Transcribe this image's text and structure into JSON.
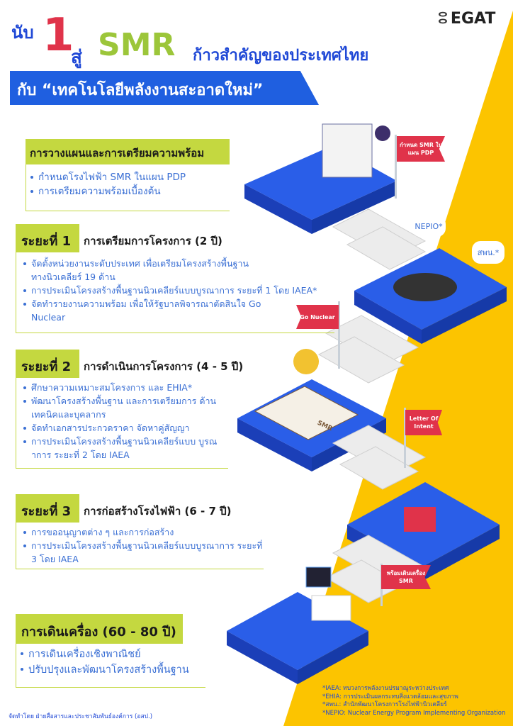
{
  "header": {
    "title_prefix": "นับ",
    "title_number": "1",
    "title_to": "สู่",
    "title_smr": "SMR",
    "title_suffix": "ก้าวสำคัญของประเทศไทย",
    "subtitle": "กับ “เทคโนโลยีพลังงานสะอาดใหม่”",
    "logo": "EGAT"
  },
  "planning": {
    "title": "การวางแผนและการเตรียมความพร้อม",
    "items": [
      "กำหนดโรงไฟฟ้า SMR ในแผน PDP",
      "การเตรียมความพร้อมเบื้องต้น"
    ]
  },
  "phase1": {
    "label": "ระยะที่ 1",
    "title": "การเตรียมการโครงการ (2 ปี)",
    "items": [
      "จัดตั้งหน่วยงานระดับประเทศ เพื่อเตรียมโครงสร้างพื้นฐาน ทางนิวเคลียร์ 19 ด้าน",
      "การประเมินโครงสร้างพื้นฐานนิวเคลียร์แบบบูรณาการ ระยะที่ 1 โดย IAEA*",
      "จัดทำรายงานความพร้อม เพื่อให้รัฐบาลพิจารณาตัดสินใจ Go Nuclear"
    ]
  },
  "phase2": {
    "label": "ระยะที่ 2",
    "title": "การดำเนินการโครงการ (4 - 5 ปี)",
    "items": [
      "ศึกษาความเหมาะสมโครงการ และ EHIA*",
      "พัฒนาโครงสร้างพื้นฐาน และการเตรียมการ ด้านเทคนิคและบุคลากร",
      "จัดทำเอกสารประกวดราคา จัดหาคู่สัญญา",
      "การประเมินโครงสร้างพื้นฐานนิวเคลียร์แบบ บูรณาการ ระยะที่ 2 โดย IAEA"
    ]
  },
  "phase3": {
    "label": "ระยะที่ 3",
    "title": "การก่อสร้างโรงไฟฟ้า (6 - 7 ปี)",
    "items": [
      "การขออนุญาตต่าง ๆ และการก่อสร้าง",
      "การประเมินโครงสร้างพื้นฐานนิวเคลียร์แบบบูรณาการ ระยะที่ 3 โดย IAEA"
    ]
  },
  "operation": {
    "title": "การเดินเครื่อง (60 - 80 ปี)",
    "items": [
      "การเดินเครื่องเชิงพาณิชย์",
      "ปรับปรุงและพัฒนาโครงสร้างพื้นฐาน"
    ]
  },
  "flags": {
    "pdp": "กำหนด SMR ในแผน PDP",
    "go_nuclear": "Go Nuclear",
    "loi": "Letter Of Intent",
    "ready": "พร้อมเดินเครื่อง SMR"
  },
  "bubbles": {
    "nepio": "NEPIO*",
    "spn": "สพน.*"
  },
  "illustration": {
    "smr_label": "SMR"
  },
  "footnotes": [
    "*IAEA: ทบวงการพลังงานปรมาณูระหว่างประเทศ",
    "*EHIA: การประเมินผลกระทบสิ่งแวดล้อมและสุขภาพ",
    "*สพน.: สำนักพัฒนาโครงการโรงไฟฟ้านิวเคลียร์",
    "*NEPIO: Nuclear Energy Program Implementing Organization"
  ],
  "credit": "จัดทำโดย ฝ่ายสื่อสารและประชาสัมพันธ์องค์การ (อสป.)",
  "colors": {
    "blue": "#1f48d6",
    "red": "#e0334a",
    "green": "#9cc63a",
    "yellow": "#fcc400",
    "box_green": "#c4d840"
  }
}
